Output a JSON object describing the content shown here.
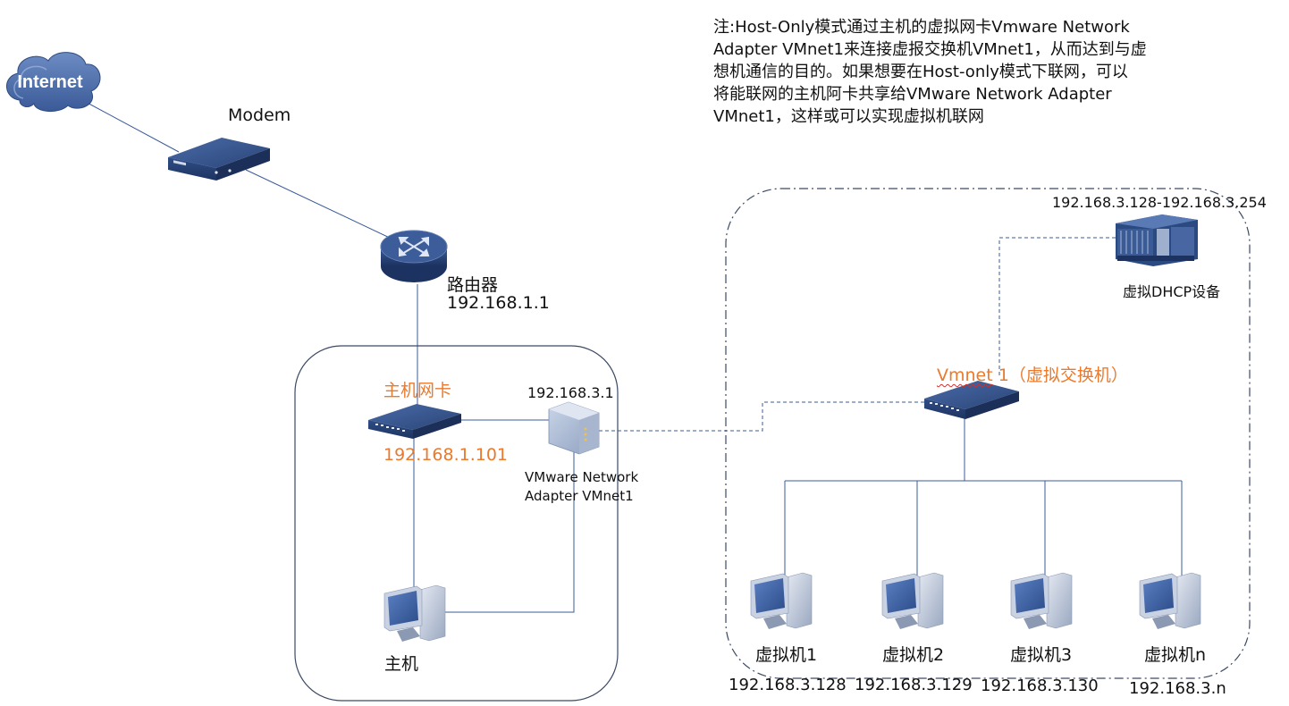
{
  "note": {
    "lines": [
      "注:Host-Only模式通过主机的虚拟网卡Vmware Network",
      "Adapter VMnet1来连接虚报交换机VMnet1，从而达到与虚",
      "想机通信的目的。如果想要在Host-only模式下联网，可以",
      "将能联网的主机阿卡共享给VMware Network Adapter",
      "VMnet1，这样或可以实现虚拟机联网"
    ]
  },
  "internet": {
    "label": "Internet"
  },
  "modem": {
    "label": "Modem"
  },
  "router": {
    "name": "路由器",
    "ip": "192.168.1.1"
  },
  "host_nic": {
    "name": "主机网卡",
    "ip": "192.168.1.101"
  },
  "adapter": {
    "ip": "192.168.3.1",
    "name_line1": "VMware Network",
    "name_line2": "Adapter VMnet1"
  },
  "host": {
    "label": "主机"
  },
  "dhcp": {
    "range": "192.168.3.128-192.168.3.254",
    "label": "虚拟DHCP设备"
  },
  "vswitch": {
    "label_name": "Vmnet",
    "label_rest": " 1（虚拟交换机）"
  },
  "vms": [
    {
      "name": "虚拟机1",
      "ip": "192.168.3.128"
    },
    {
      "name": "虚拟机2",
      "ip": "192.168.3.129"
    },
    {
      "name": "虚拟机3",
      "ip": "192.168.3.130"
    },
    {
      "name": "虚拟机n",
      "ip": "192.168.3.n"
    }
  ],
  "colors": {
    "line": "#3b5c9a",
    "device_dark": "#2b4a80",
    "accent_orange": "#E97A2E",
    "frame": "#3b4a63"
  }
}
